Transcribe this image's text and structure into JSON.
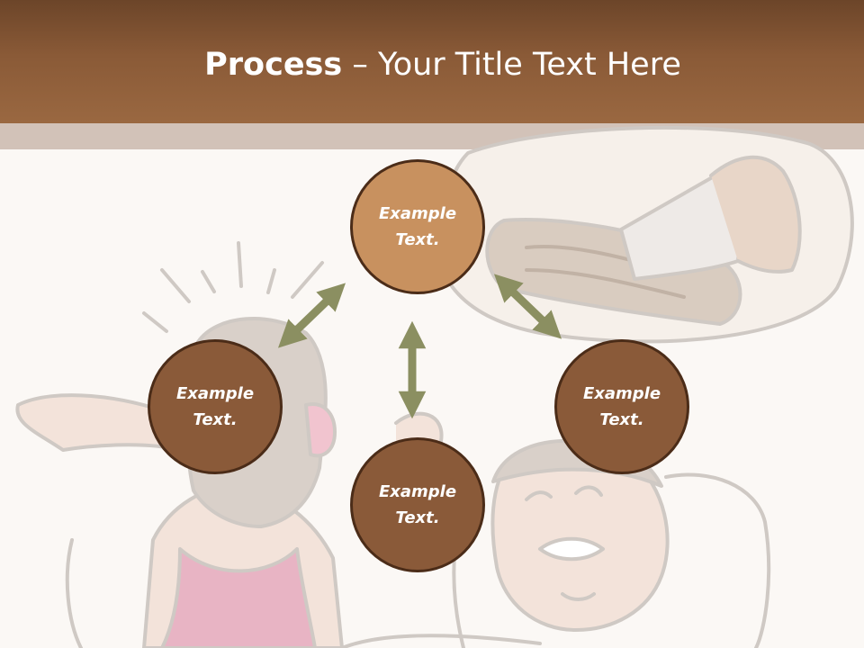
{
  "slide": {
    "title_bold": "Process",
    "title_rest": " – Your Title Text Here"
  },
  "nodes": [
    {
      "line1": "Example",
      "line2": "Text."
    },
    {
      "line1": "Example",
      "line2": "Text."
    },
    {
      "line1": "Example",
      "line2": "Text."
    },
    {
      "line1": "Example",
      "line2": "Text."
    }
  ],
  "colors": {
    "header": "#8a5a37",
    "node_top": "#c8915f",
    "node_dark": "#8a5a39",
    "arrow": "#8b8f61"
  }
}
